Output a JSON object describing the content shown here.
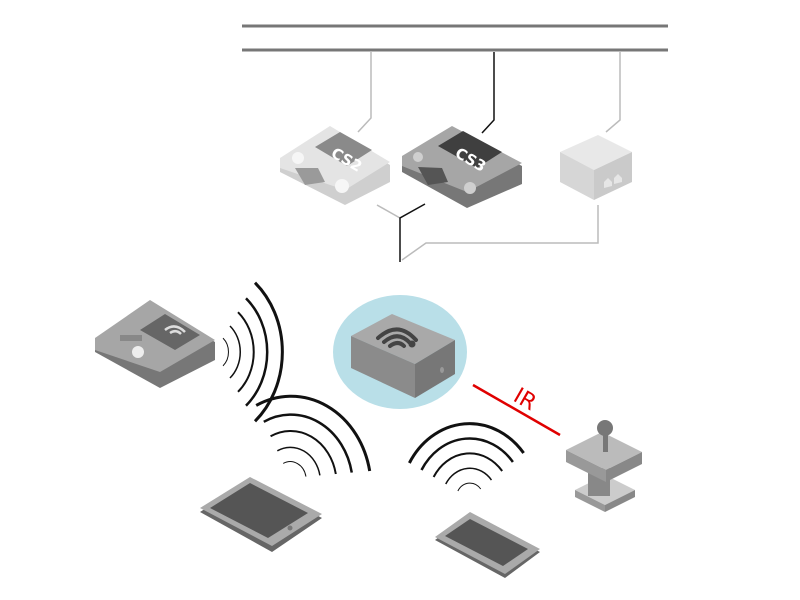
{
  "diagram": {
    "cs2_label": "CS2",
    "cs3_label": "CS3",
    "ir_label": "IR"
  },
  "colors": {
    "hub_halo": "#b9dfe8",
    "ir_line": "#e00000",
    "wave": "#111111",
    "device_dark": "#6e6e6e",
    "device_light": "#d8d8d8"
  }
}
